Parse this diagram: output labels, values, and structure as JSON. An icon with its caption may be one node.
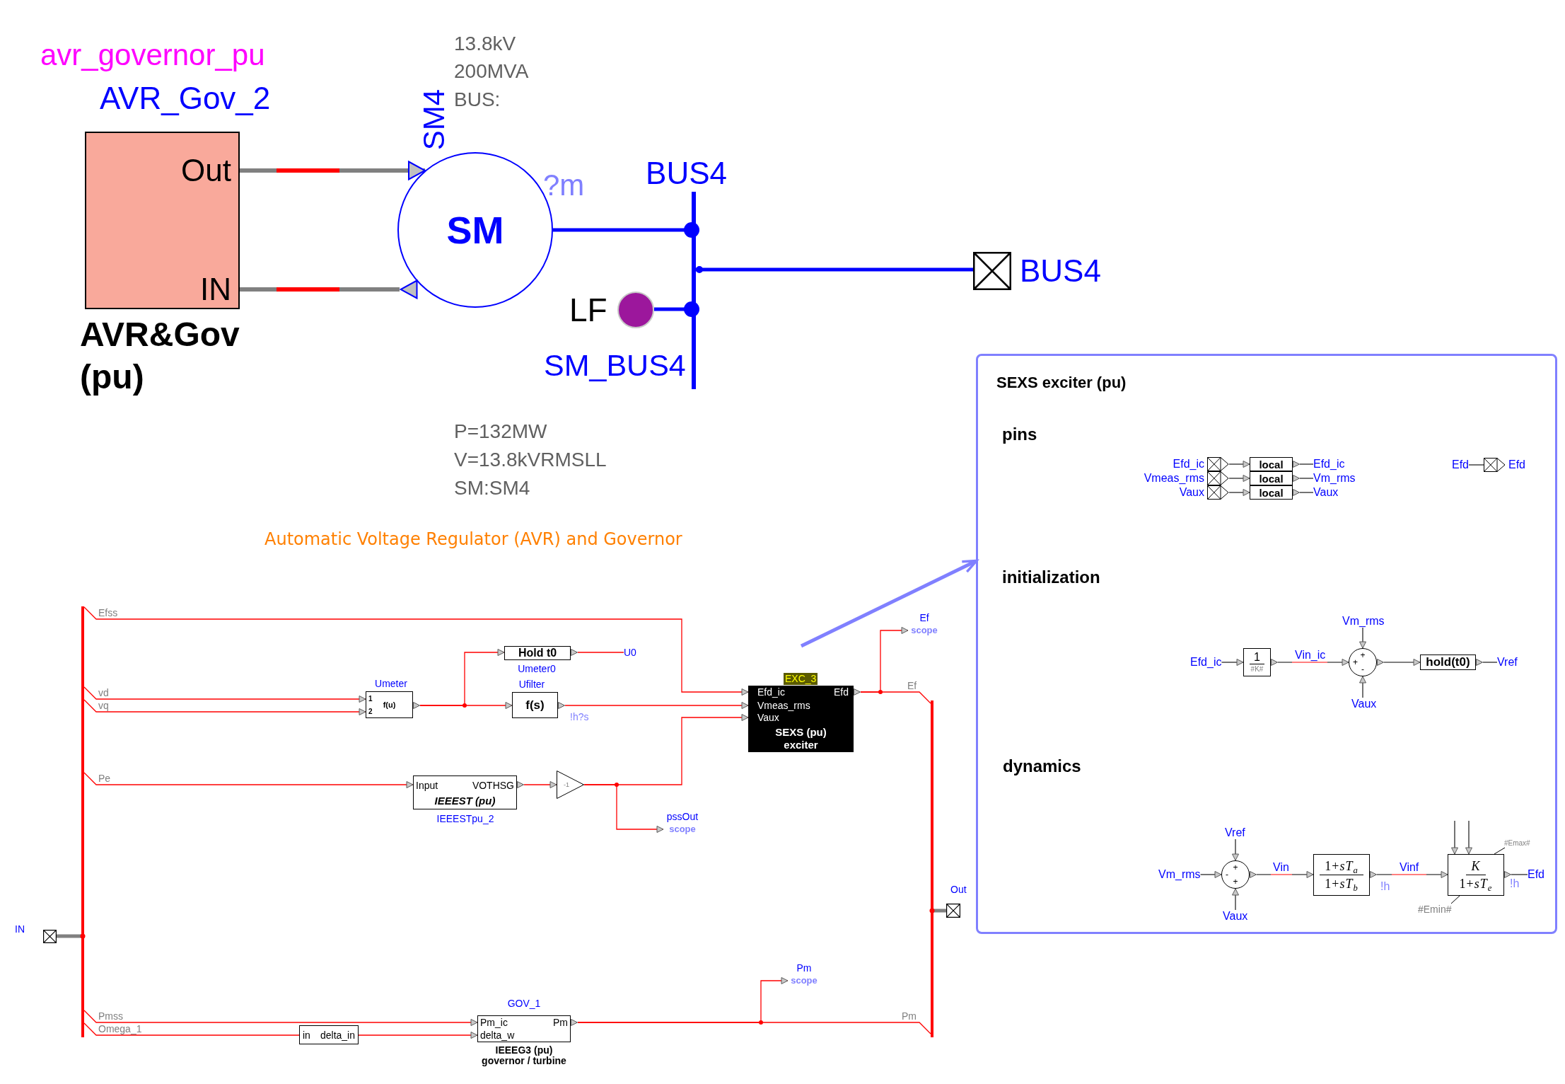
{
  "diagram": {
    "nodes": [
      {
        "text": [
          "Out",
          "IN"
        ],
        "beside": [
          "avr_governor_pu",
          "AVR_Gov_2",
          "AVR&Gov (pu)"
        ]
      },
      {
        "text": [
          "SM"
        ],
        "beside": [
          "SM4",
          "13.8kV",
          "200MVA",
          "BUS:",
          "?m"
        ]
      },
      {
        "text": [
          "BUS4"
        ],
        "beside": [
          "SM_BUS4"
        ]
      },
      {
        "text": [
          "LF"
        ],
        "beside": [
          "P=132MW",
          "V=13.8kVRMSLL",
          "SM:SM4"
        ]
      },
      {
        "text": [
          "BUS4"
        ]
      },
      {
        "text": [],
        "shape": "bar"
      },
      {
        "text": [
          "Hold t0"
        ],
        "beside": [
          "Umeter0"
        ]
      },
      {
        "text": [
          "U0"
        ]
      },
      {
        "text": [
          "Ef",
          "scope"
        ]
      },
      {
        "text": [
          "1",
          "2",
          "f(u)"
        ],
        "beside": [
          "Umeter"
        ]
      },
      {
        "text": [
          "f(s)"
        ],
        "beside": [
          "Ufilter",
          "!h?s"
        ]
      },
      {
        "text": [
          "Efd_ic",
          "Vmeas_rms",
          "Vaux",
          "Efd",
          "SEXS (pu) exciter"
        ],
        "beside": [
          "EXC_3"
        ]
      },
      {
        "text": [],
        "shape": "bar"
      },
      {
        "text": [
          "Input",
          "VOTHSG",
          "IEEEST (pu)"
        ],
        "beside": [
          "IEEESTpu_2"
        ]
      },
      {
        "text": [
          "-1"
        ]
      },
      {
        "text": [
          "pssOut",
          "scope"
        ]
      },
      {
        "text": [
          "Out"
        ]
      },
      {
        "text": [
          "IN"
        ]
      },
      {
        "text": [
          "Pm",
          "scope"
        ]
      },
      {
        "text": [
          "Pm_ic",
          "delta_w",
          "Pm",
          "IEEEG3 (pu) governor / turbine"
        ],
        "beside": [
          "GOV_1"
        ]
      },
      {
        "text": [
          "in",
          "delta_in"
        ]
      },
      {
        "text": [
          "SEXS exciter (pu)"
        ]
      },
      {
        "text": [
          "Efd_ic"
        ],
        "in": 21
      },
      {
        "text": [
          "Vmeas_rms"
        ],
        "in": 21
      },
      {
        "text": [
          "Vaux"
        ],
        "in": 21
      },
      {
        "text": [
          "local"
        ],
        "in": 21
      },
      {
        "text": [
          "local"
        ],
        "in": 21
      },
      {
        "text": [
          "local"
        ],
        "in": 21
      },
      {
        "text": [
          "Efd_ic"
        ],
        "in": 21
      },
      {
        "text": [
          "Vm_rms"
        ],
        "in": 21
      },
      {
        "text": [
          "Vaux"
        ],
        "in": 21
      },
      {
        "text": [
          "Efd"
        ],
        "in": 21
      },
      {
        "text": [
          "Efd"
        ],
        "in": 21
      },
      {
        "text": [
          "Vm_rms"
        ],
        "in": 21
      },
      {
        "text": [
          "Efd_ic"
        ],
        "in": 21
      },
      {
        "text": [
          "1",
          "#K#"
        ],
        "in": 21
      },
      {
        "text": [
          "+",
          "+",
          "-"
        ],
        "in": 21
      },
      {
        "text": [
          "hold(t0)"
        ],
        "in": 21
      },
      {
        "text": [
          "Vref"
        ],
        "in": 21
      },
      {
        "text": [
          "Vaux"
        ],
        "in": 21
      },
      {
        "text": [
          "Vref"
        ],
        "in": 21
      },
      {
        "text": [
          "Vm_rms"
        ],
        "in": 21
      },
      {
        "text": [
          "+",
          "-",
          "+"
        ],
        "in": 21
      },
      {
        "text": [
          "1+*sT*$_{a}$",
          "1+*sT*$_{b}$"
        ],
        "beside": [
          "!h"
        ],
        "in": 21
      },
      {
        "text": [
          "#Emax#"
        ],
        "in": 21
      },
      {
        "text": [
          "K",
          "1+*sT*$_{e}$"
        ],
        "beside": [
          "!h"
        ],
        "in": 21
      },
      {
        "text": [
          "Efd"
        ],
        "in": 21
      },
      {
        "text": [
          "#Emin#"
        ],
        "in": 21
      },
      {
        "text": [
          "Vaux"
        ],
        "in": 21
      }
    ],
    "edges": [
      {
        "from": 0,
        "to": 1,
        "arrow": "to",
        "style": "thick",
        "color": "#808080"
      },
      {
        "from": 1,
        "to": 0,
        "arrow": "none",
        "style": "thick",
        "color": "#808080"
      },
      {
        "from": 1,
        "to": 2,
        "arrow": "other",
        "style": "thick",
        "color": "#0000ff"
      },
      {
        "from": 3,
        "to": 2,
        "arrow": "other",
        "style": "thick",
        "color": "#0000ff"
      },
      {
        "from": 2,
        "to": 4,
        "arrow": "other",
        "style": "thick",
        "color": "#0000ff"
      },
      {
        "from": 17,
        "to": 5,
        "arrow": "none",
        "style": "thick",
        "color": "#808080"
      },
      {
        "from": 5,
        "to": 11,
        "arrow": "to",
        "label": "Efss",
        "color": "#ff0000"
      },
      {
        "from": 5,
        "to": 9,
        "arrow": "to",
        "label": "vd",
        "color": "#ff0000"
      },
      {
        "from": 5,
        "to": 9,
        "arrow": "to",
        "label": "vq",
        "color": "#ff0000"
      },
      {
        "from": 9,
        "to": 10,
        "arrow": "to",
        "color": "#ff0000"
      },
      {
        "from": 9,
        "to": 6,
        "arrow": "to",
        "color": "#ff0000"
      },
      {
        "from": 6,
        "to": 7,
        "arrow": "none",
        "color": "#ff0000"
      },
      {
        "from": 10,
        "to": 11,
        "arrow": "to",
        "color": "#ff0000"
      },
      {
        "from": 5,
        "to": 13,
        "arrow": "to",
        "label": "Pe",
        "color": "#ff0000"
      },
      {
        "from": 13,
        "to": 14,
        "arrow": "to",
        "color": "#ff0000"
      },
      {
        "from": 14,
        "to": 11,
        "arrow": "to",
        "color": "#ff0000"
      },
      {
        "from": 14,
        "to": 15,
        "arrow": "to",
        "color": "#ff0000"
      },
      {
        "from": 11,
        "to": 8,
        "arrow": "to",
        "color": "#ff0000"
      },
      {
        "from": 11,
        "to": 12,
        "arrow": "none",
        "label": "Ef",
        "color": "#ff0000"
      },
      {
        "from": 12,
        "to": 16,
        "arrow": "none",
        "style": "thick",
        "color": "#808080"
      },
      {
        "from": 5,
        "to": 19,
        "arrow": "to",
        "label": "Pmss",
        "color": "#ff0000"
      },
      {
        "from": 5,
        "to": 20,
        "arrow": "none",
        "label": "Omega_1",
        "color": "#ff0000"
      },
      {
        "from": 20,
        "to": 19,
        "arrow": "to",
        "color": "#ff0000"
      },
      {
        "from": 19,
        "to": 18,
        "arrow": "to",
        "color": "#ff0000"
      },
      {
        "from": 19,
        "to": 12,
        "arrow": "none",
        "label": "Pm",
        "color": "#ff0000"
      },
      {
        "from": null,
        "to": 21,
        "arrow": "to",
        "style": "thick",
        "color": "#8080ff"
      },
      {
        "from": 22,
        "to": 25,
        "arrow": "to"
      },
      {
        "from": 23,
        "to": 26,
        "arrow": "to"
      },
      {
        "from": 24,
        "to": 27,
        "arrow": "to"
      },
      {
        "from": 25,
        "to": 28,
        "arrow": "none"
      },
      {
        "from": 26,
        "to": 29,
        "arrow": "none"
      },
      {
        "from": 27,
        "to": 30,
        "arrow": "none"
      },
      {
        "from": 31,
        "to": 32,
        "arrow": "none"
      },
      {
        "from": 34,
        "to": 35,
        "arrow": "to"
      },
      {
        "from": 35,
        "to": 36,
        "arrow": "to",
        "label": "Vin_ic"
      },
      {
        "from": 33,
        "to": 36,
        "arrow": "to"
      },
      {
        "from": 39,
        "to": 36,
        "arrow": "to"
      },
      {
        "from": 36,
        "to": 37,
        "arrow": "to"
      },
      {
        "from": 37,
        "to": 38,
        "arrow": "none"
      },
      {
        "from": 41,
        "to": 42,
        "arrow": "to"
      },
      {
        "from": 40,
        "to": 42,
        "arrow": "to"
      },
      {
        "from": 48,
        "to": 42,
        "arrow": "to"
      },
      {
        "from": 42,
        "to": 43,
        "arrow": "to",
        "label": "Vin"
      },
      {
        "from": 43,
        "to": 45,
        "arrow": "to",
        "label": "Vinf"
      },
      {
        "from": 45,
        "to": 46,
        "arrow": "none"
      },
      {
        "from": null,
        "to": 45,
        "arrow": "to"
      },
      {
        "from": null,
        "to": 45,
        "arrow": "to"
      },
      {
        "from": 44,
        "to": 45,
        "arrow": "none"
      },
      {
        "from": 47,
        "to": 45,
        "arrow": "none"
      }
    ],
    "labels": [
      "Automatic Voltage Regulator (AVR) and Governor",
      "pins",
      "initialization",
      "dynamics"
    ]
  }
}
